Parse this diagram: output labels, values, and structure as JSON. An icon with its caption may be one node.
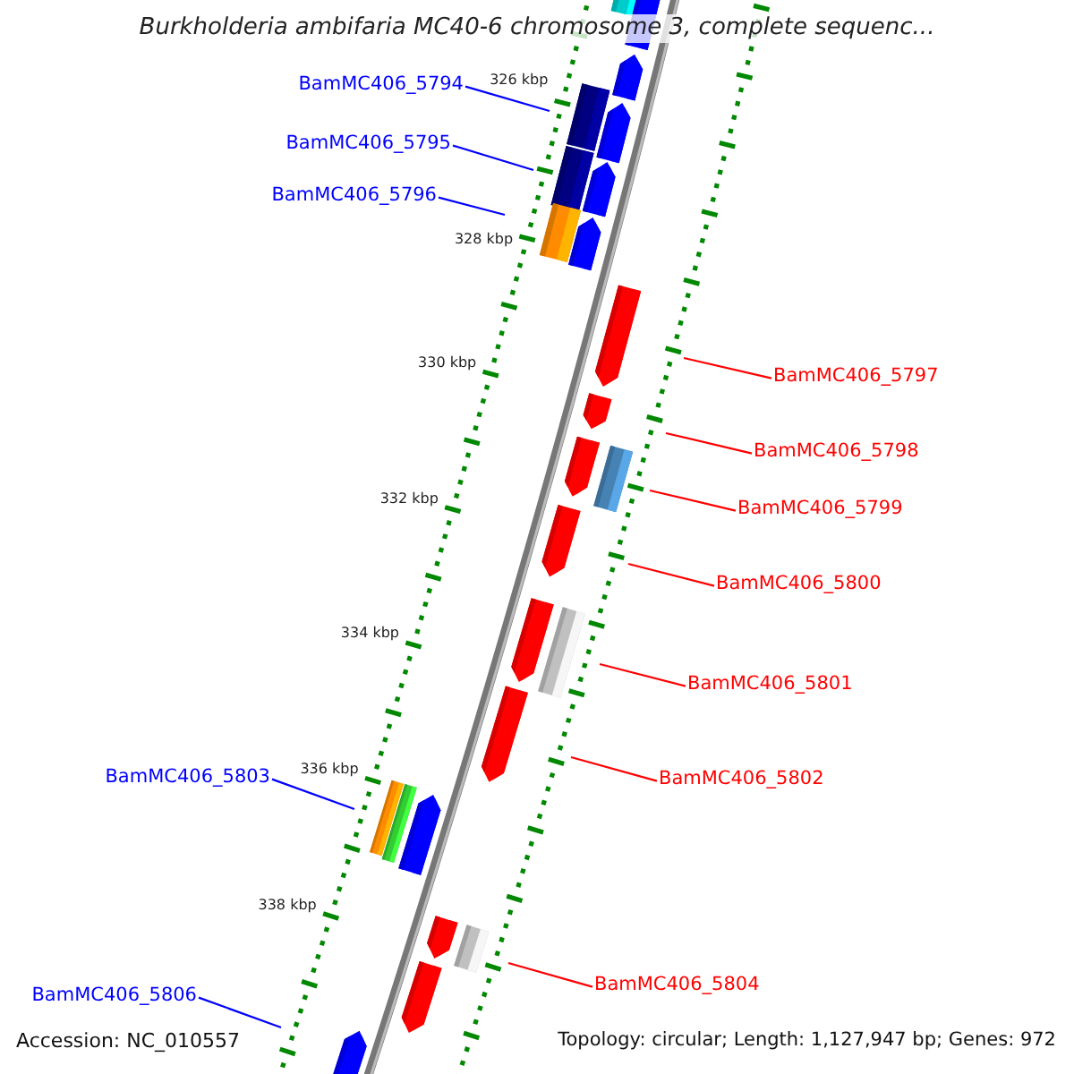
{
  "diagram": {
    "title": "Burkholderia ambifaria MC40-6 chromosome 3, complete sequenc...",
    "nodes": [
      {
        "text": [
          "BamMC406_5794"
        ]
      },
      {
        "text": [
          "BamMC406_5795"
        ]
      },
      {
        "text": [
          "BamMC406_5796"
        ]
      },
      {
        "text": [
          "BamMC406_5797"
        ]
      },
      {
        "text": [
          "BamMC406_5798"
        ]
      },
      {
        "text": [
          "BamMC406_5799"
        ]
      },
      {
        "text": [
          "BamMC406_5800"
        ]
      },
      {
        "text": [
          "BamMC406_5801"
        ]
      },
      {
        "text": [
          "BamMC406_5803"
        ]
      },
      {
        "text": [
          "BamMC406_5802"
        ]
      },
      {
        "text": [
          "BamMC406_5804"
        ]
      },
      {
        "text": [
          "BamMC406_5806"
        ]
      }
    ],
    "edges": [
      {
        "from": 0,
        "to": null,
        "arrow": "none",
        "color": "#0000ff"
      },
      {
        "from": 1,
        "to": null,
        "arrow": "none",
        "color": "#0000ff"
      },
      {
        "from": 2,
        "to": null,
        "arrow": "none",
        "color": "#0000ff"
      },
      {
        "from": 3,
        "to": null,
        "arrow": "none"
      },
      {
        "from": 4,
        "to": null,
        "arrow": "none"
      },
      {
        "from": 5,
        "to": null,
        "arrow": "none"
      },
      {
        "from": 6,
        "to": null,
        "arrow": "none"
      },
      {
        "from": 7,
        "to": null,
        "arrow": "none"
      },
      {
        "from": 8,
        "to": null,
        "arrow": "none",
        "color": "#0000ff"
      },
      {
        "from": 9,
        "to": null,
        "arrow": "none"
      },
      {
        "from": 10,
        "to": null,
        "arrow": "none"
      },
      {
        "from": 11,
        "to": null,
        "arrow": "none",
        "color": "#0000ff"
      }
    ],
    "labels": [
      "326 kbp",
      "328 kbp",
      "330 kbp",
      "332 kbp",
      "334 kbp",
      "336 kbp",
      "338 kbp",
      "Accession: NC_010557",
      "Topology: circular; Length: 1,127,947 bp; Genes: 972"
    ]
  }
}
